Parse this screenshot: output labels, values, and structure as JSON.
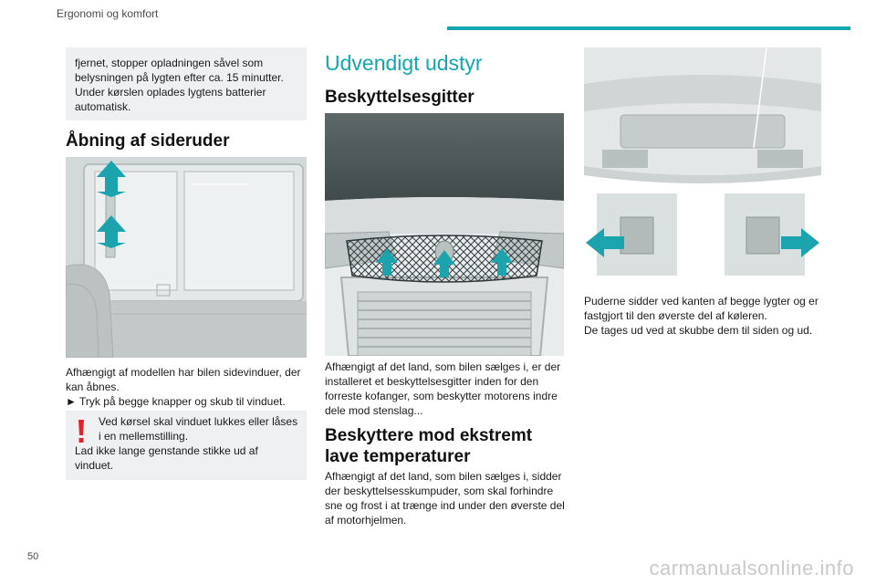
{
  "header": {
    "title": "Ergonomi og komfort",
    "accent": "#14a5b0"
  },
  "page_number": "50",
  "left_column": {
    "intro_box": "fjernet, stopper opladningen såvel som belysningen på lygten efter ca. 15 minutter. Under kørslen oplades lygtens batterier automatisk.",
    "section_title": "Åbning af sideruder",
    "figure_icon": "side-window-arrows",
    "paragraph_1": "Afhængigt af modellen har bilen sidevinduer, der kan åbnes.",
    "paragraph_2": "► Tryk på begge knapper og skub til vinduet.",
    "warning": {
      "icon": "exclamation-icon",
      "line_1": "Ved kørsel skal vinduet lukkes eller låses i en mellemstilling.",
      "line_2": "Lad ikke lange genstande stikke ud af vinduet."
    }
  },
  "middle_column": {
    "chapter_title": "Udvendigt udstyr",
    "section_1_title": "Beskyttelsesgitter",
    "figure_icon": "front-grille-net",
    "paragraph_1": "Afhængigt af det land, som bilen sælges i, er der installeret et beskyttelsesgitter inden for den forreste kofanger, som beskytter motorens indre dele mod stenslag...",
    "section_2_title": "Beskyttere mod ekstremt lave temperaturer",
    "paragraph_2": "Afhængigt af det land, som bilen sælges i, sidder der beskyttelsesskumpuder, som skal forhindre sne og frost i at trænge ind under den øverste del af motorhjelmen."
  },
  "right_column": {
    "figure_icon": "cold-weather-pads",
    "paragraph_1": "Puderne sidder ved kanten af begge lygter og er fastgjort til den øverste del af køleren.",
    "paragraph_2": "De tages ud ved at skubbe dem til siden og ud."
  },
  "watermark": "carmanualsonline.info"
}
